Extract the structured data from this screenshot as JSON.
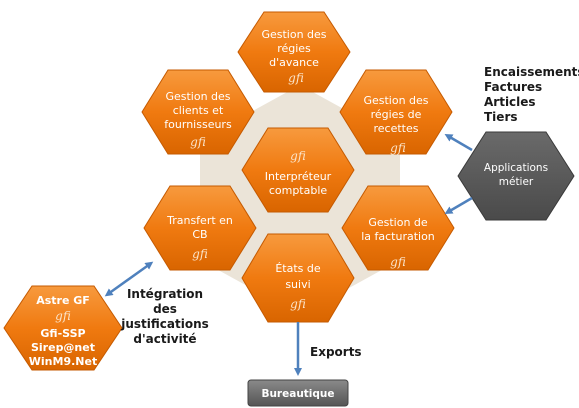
{
  "colors": {
    "hex_orange": "#f07a10",
    "hex_orange_dark": "#c55a00",
    "background_hex": "#ebe4d8",
    "applications_hex": "#585858",
    "arrow_blue": "#4f81bd",
    "bureautique_box": "#6e6e6e"
  },
  "logo_text": "gfi",
  "hexagons": {
    "regies_avance": {
      "lines": [
        "Gestion des",
        "régies",
        "d'avance"
      ]
    },
    "clients_fournisseurs": {
      "lines": [
        "Gestion des",
        "clients et",
        "fournisseurs"
      ]
    },
    "regies_recettes": {
      "lines": [
        "Gestion des",
        "régies de",
        "recettes"
      ]
    },
    "interpreteur": {
      "lines": [
        "Interpréteur",
        "comptable"
      ]
    },
    "transfert_cb": {
      "lines": [
        "Transfert en",
        "CB"
      ]
    },
    "facturation": {
      "lines": [
        "Gestion de",
        "la facturation"
      ]
    },
    "etats_suivi": {
      "lines": [
        "États de",
        "suivi"
      ]
    },
    "astre_gf": {
      "title": "Astre GF",
      "lines": [
        "Gfi-SSP",
        "Sirep@net",
        "WinM9.Net"
      ]
    }
  },
  "applications_metier": {
    "lines": [
      "Applications",
      "métier"
    ]
  },
  "encaissements_list": [
    "Encaissements",
    "Factures",
    "Articles",
    "Tiers"
  ],
  "integration_text": [
    "Intégration",
    "des",
    "justifications",
    "d'activité"
  ],
  "exports_label": "Exports",
  "bureautique_label": "Bureautique"
}
